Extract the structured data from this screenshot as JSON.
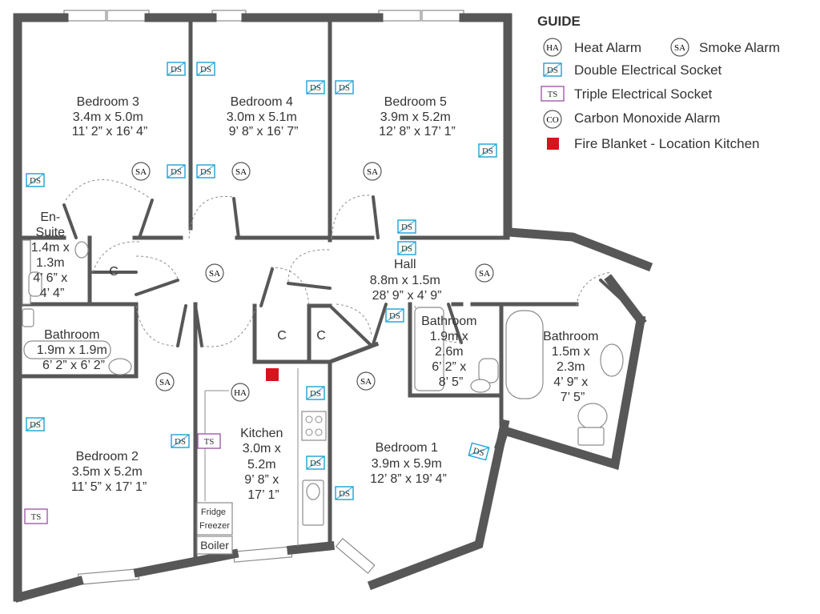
{
  "legend": {
    "title": "GUIDE",
    "items": {
      "heat_alarm": "Heat Alarm",
      "smoke_alarm": "Smoke Alarm",
      "double_socket": "Double Electrical Socket",
      "triple_socket": "Triple Electrical Socket",
      "co_alarm": "Carbon Monoxide Alarm",
      "fire_blanket": "Fire Blanket - Location Kitchen"
    }
  },
  "symbols": {
    "heat_alarm": "HA",
    "smoke_alarm": "SA",
    "double_socket": "DS",
    "triple_socket": "TS",
    "co_alarm": "CO"
  },
  "colors": {
    "wall": "#575757",
    "double_socket": "#1aa3d6",
    "triple_socket": "#a05ca8",
    "fire_blanket": "#d6141e"
  },
  "rooms": {
    "bedroom3": [
      "Bedroom 3",
      "3.4m x 5.0m",
      "11’ 2” x 16’ 4”"
    ],
    "bedroom4": [
      "Bedroom 4",
      "3.0m x 5.1m",
      "9’ 8” x 16’ 7”"
    ],
    "bedroom5": [
      "Bedroom 5",
      "3.9m x 5.2m",
      "12’ 8” x 17’ 1”"
    ],
    "ensuite": [
      "En-",
      "Suite",
      "1.4m x",
      "1.3m",
      "4’ 6” x",
      "4’ 4”"
    ],
    "hall": [
      "Hall",
      "8.8m x 1.5m",
      "28’ 9” x 4’ 9”"
    ],
    "bathroom_left": [
      "Bathroom",
      "1.9m x 1.9m",
      "6’ 2” x 6’ 2”"
    ],
    "bathroom_mid": [
      "Bathroom",
      "1.9m x",
      "2.6m",
      "6’ 2” x",
      "8’ 5”"
    ],
    "bathroom_right": [
      "Bathroom",
      "1.5m x",
      "2.3m",
      "4’ 9” x",
      "7’ 5”"
    ],
    "kitchen": [
      "Kitchen",
      "3.0m x",
      "5.2m",
      "9’ 8” x",
      "17’ 1”"
    ],
    "bedroom1": [
      "Bedroom 1",
      "3.9m x 5.9m",
      "12’ 8” x 19’ 4”"
    ],
    "bedroom2": [
      "Bedroom 2",
      "3.5m x 5.2m",
      "11’ 5” x 17’ 1”"
    ],
    "cupboard": "C",
    "fridge": [
      "Fridge",
      "Freezer"
    ],
    "boiler": "Boiler"
  }
}
